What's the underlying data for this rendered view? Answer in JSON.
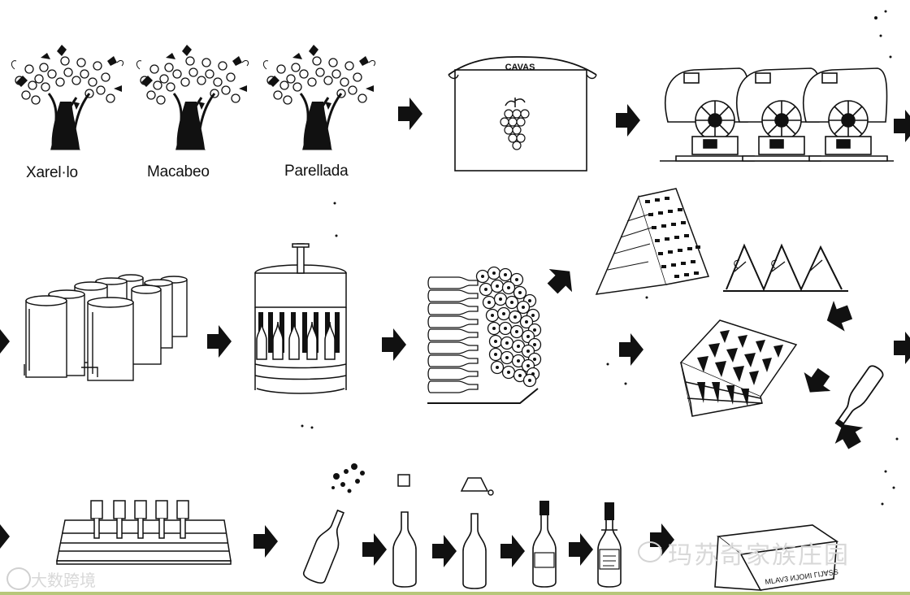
{
  "labels": {
    "grape_1": "Xarel·lo",
    "grape_2": "Macabeo",
    "grape_3": "Parellada"
  },
  "sign_text": "CAVAS",
  "box_text": "MLAV3  ИJOИI ΓIJ∀SS",
  "watermarks": {
    "brand_cn": "玛苏奇家族庄园",
    "left_cn": "大数跨境"
  },
  "colors": {
    "ink": "#111111",
    "watermark": "#d8d8d8",
    "accent_line": "#b7c77a"
  }
}
